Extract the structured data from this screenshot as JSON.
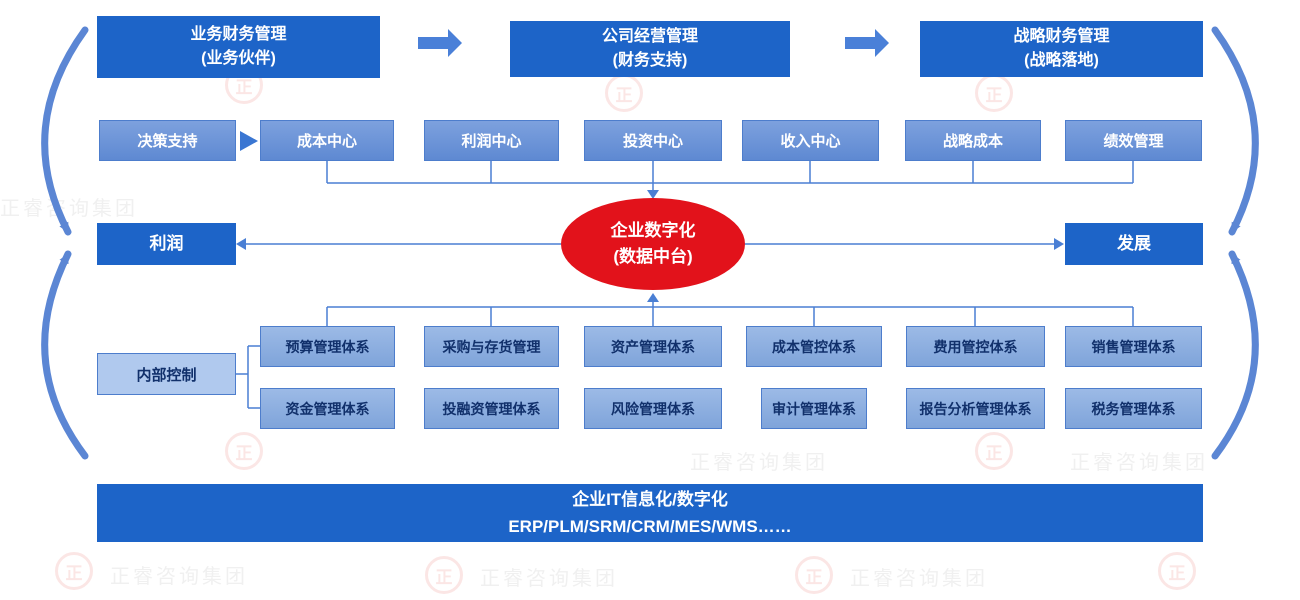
{
  "colors": {
    "primary_blue": "#1d64c8",
    "medium_blue": "#6b93d8",
    "light_blue": "#8fb0e0",
    "pale_blue": "#b0c9ee",
    "connector_blue": "#4a7fd4",
    "swoosh_blue": "#5b86d4",
    "hub_red": "#e2121b",
    "navy_text": "#11306b"
  },
  "top_flow": [
    {
      "line1": "业务财务管理",
      "line2": "(业务伙伴)"
    },
    {
      "line1": "公司经营管理",
      "line2": "(财务支持)"
    },
    {
      "line1": "战略财务管理",
      "line2": "(战略落地)"
    }
  ],
  "decision_support": "决策支持",
  "centers": [
    "成本中心",
    "利润中心",
    "投资中心",
    "收入中心",
    "战略成本",
    "绩效管理"
  ],
  "hub": {
    "line1": "企业数字化",
    "line2": "(数据中台)"
  },
  "profit": "利润",
  "development": "发展",
  "internal_control": "内部控制",
  "systems_row1": [
    "预算管理体系",
    "采购与存货管理",
    "资产管理体系",
    "成本管控体系",
    "费用管控体系",
    "销售管理体系"
  ],
  "systems_row2": [
    "资金管理体系",
    "投融资管理体系",
    "风险管理体系",
    "审计管理体系",
    "报告分析管理体系",
    "税务管理体系"
  ],
  "bottom_bar": {
    "line1": "企业IT信息化/数字化",
    "line2": "ERP/PLM/SRM/CRM/MES/WMS……"
  },
  "watermark": {
    "text": "正睿咨询集团",
    "logo_char": "正"
  }
}
